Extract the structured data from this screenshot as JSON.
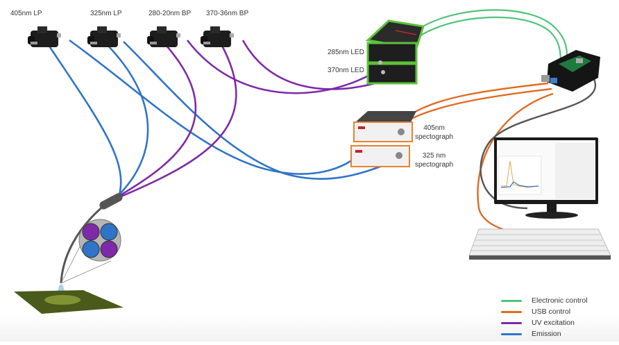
{
  "diagram": {
    "filters": [
      {
        "label": "405nm LP"
      },
      {
        "label": "325nm LP"
      },
      {
        "label": "280-20nm BP"
      },
      {
        "label": "370-36nm BP"
      }
    ],
    "led_labels": [
      "285nm LED",
      "370nm LED"
    ],
    "spectrograph_labels": [
      {
        "line1": "405nm",
        "line2": "spectograph"
      },
      {
        "line1": "325 nm",
        "line2": "spectograph"
      }
    ],
    "legend": [
      {
        "label": "Electronic control",
        "color": "#4fc47a"
      },
      {
        "label": "USB control",
        "color": "#e06a22"
      },
      {
        "label": "UV excitation",
        "color": "#7e2aa8"
      },
      {
        "label": "Emission",
        "color": "#2f74c8"
      }
    ],
    "colors": {
      "emission": "#2f74c8",
      "uv": "#7e2aa8",
      "electronic": "#4fc47a",
      "usb": "#e06a22",
      "gray_cable": "#555555",
      "led_green": "#5cc23a",
      "spectro_orange": "#e8822f"
    }
  }
}
